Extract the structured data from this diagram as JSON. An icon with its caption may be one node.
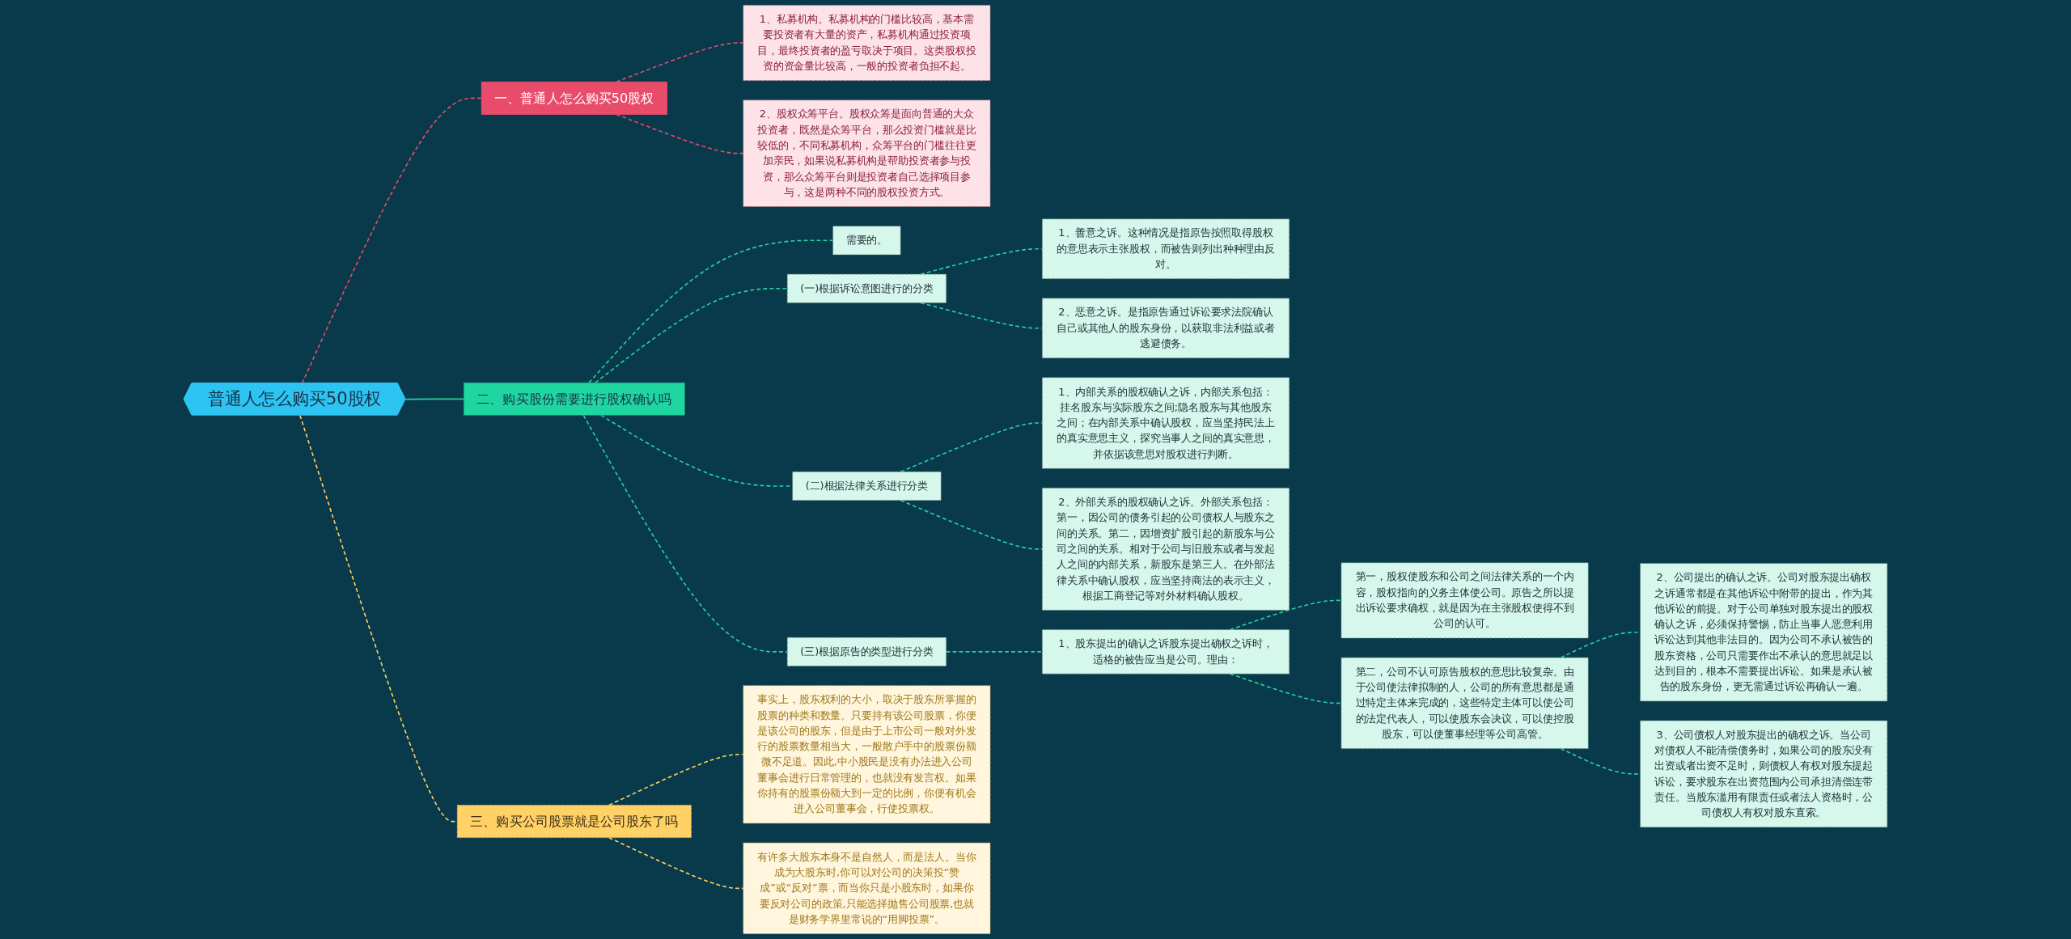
{
  "diagram": {
    "nodes": [
      {
        "text": [
          "普通人怎么购买50股权"
        ]
      },
      {
        "text": [
          "一、普通人怎么购买50股权"
        ]
      },
      {
        "text": [
          "1、私募机构。私募机构的门槛比较高，基本需要投资者有大量的资产，私募机构通过投资项目，最终投资者的盈亏取决于项目。这类股权投资的资金量比较高，一般的投资者负担不起。"
        ]
      },
      {
        "text": [
          "2、股权众筹平台。股权众筹是面向普通的大众投资者，既然是众筹平台，那么投资门槛就是比较低的，不同私募机构，众筹平台的门槛往往更加亲民，如果说私募机构是帮助投资者参与投资，那么众筹平台则是投资者自己选择项目参与，这是两种不同的股权投资方式。"
        ]
      },
      {
        "text": [
          "二、购买股份需要进行股权确认吗"
        ]
      },
      {
        "text": [
          "需要的。"
        ]
      },
      {
        "text": [
          "(一)根据诉讼意图进行的分类"
        ]
      },
      {
        "text": [
          "1、善意之诉。这种情况是指原告按照取得股权的意思表示主张股权，而被告则列出种种理由反对。"
        ]
      },
      {
        "text": [
          "2、恶意之诉。是指原告通过诉讼要求法院确认自己或其他人的股东身份，以获取非法利益或者逃避债务。"
        ]
      },
      {
        "text": [
          "(二)根据法律关系进行分类"
        ]
      },
      {
        "text": [
          "1、内部关系的股权确认之诉，内部关系包括：挂名股东与实际股东之间;隐名股东与其他股东之间；在内部关系中确认股权，应当坚持民法上的真实意思主义，探究当事人之间的真实意思，并依据该意思对股权进行判断。"
        ]
      },
      {
        "text": [
          "2、外部关系的股权确认之诉。外部关系包括：第一，因公司的债务引起的公司债权人与股东之间的关系。第二，因增资扩股引起的新股东与公司之间的关系。相对于公司与旧股东或者与发起人之间的内部关系，新股东是第三人。在外部法律关系中确认股权，应当坚持商法的表示主义，根据工商登记等对外材料确认股权。"
        ]
      },
      {
        "text": [
          "(三)根据原告的类型进行分类"
        ]
      },
      {
        "text": [
          "1、股东提出的确认之诉股东提出确权之诉时，适格的被告应当是公司。理由："
        ]
      },
      {
        "text": [
          "第一，股权使股东和公司之间法律关系的一个内容，股权指向的义务主体使公司。原告之所以提出诉讼要求确权，就是因为在主张股权使得不到公司的认可。"
        ]
      },
      {
        "text": [
          "第二，公司不认可原告股权的意思比较复杂。由于公司使法律拟制的人，公司的所有意思都是通过特定主体来完成的，这些特定主体可以使公司的法定代表人，可以使股东会决议，可以使控股股东，可以使董事经理等公司高管。"
        ]
      },
      {
        "text": [
          "2、公司提出的确认之诉。公司对股东提出确权之诉通常都是在其他诉讼中附带的提出，作为其他诉讼的前提。对于公司单独对股东提出的股权确认之诉，必须保持警惕，防止当事人恶意利用诉讼达到其他非法目的。因为公司不承认被告的股东资格，公司只需要作出不承认的意思就足以达到目的，根本不需要提出诉讼。如果是承认被告的股东身份，更无需通过诉讼再确认一遍。"
        ]
      },
      {
        "text": [
          "3、公司债权人对股东提出的确权之诉。当公司对债权人不能清偿债务时，如果公司的股东没有出资或者出资不足时，则债权人有权对股东提起诉讼，要求股东在出资范围内公司承担清偿连带责任。当股东滥用有限责任或者法人资格时，公司债权人有权对股东直索。"
        ]
      },
      {
        "text": [
          "三、购买公司股票就是公司股东了吗"
        ]
      },
      {
        "text": [
          "事实上，股东权利的大小，取决于股东所掌握的股票的种类和数量。只要持有该公司股票，你便是该公司的股东，但是由于上市公司一般对外发行的股票数量相当大，一般散户手中的股票份额微不足道。因此,中小股民是没有办法进入公司董事会进行日常管理的，也就没有发言权。如果你持有的股票份额大到一定的比例，你便有机会进入公司董事会，行使投票权。"
        ]
      },
      {
        "text": [
          "有许多大股东本身不是自然人，而是法人。当你成为大股东时,你可以对公司的决策投“赞成”或“反对”票，而当你只是小股东时，如果你要反对公司的政策,只能选择抛售公司股票,也就是财务学界里常说的“用脚投票”。"
        ]
      }
    ],
    "edges": [
      {
        "from": 0,
        "to": 1,
        "arrow": "none",
        "style": "dashed",
        "color": "#e94b6b"
      },
      {
        "from": 1,
        "to": 2,
        "arrow": "none",
        "style": "dashed",
        "color": "#e94b6b"
      },
      {
        "from": 1,
        "to": 3,
        "arrow": "none",
        "style": "dashed",
        "color": "#e94b6b"
      },
      {
        "from": 0,
        "to": 4,
        "arrow": "none"
      },
      {
        "from": 4,
        "to": 5,
        "arrow": "none",
        "style": "dashed"
      },
      {
        "from": 4,
        "to": 6,
        "arrow": "none",
        "style": "dashed"
      },
      {
        "from": 6,
        "to": 7,
        "arrow": "none",
        "style": "dashed"
      },
      {
        "from": 6,
        "to": 8,
        "arrow": "none",
        "style": "dashed"
      },
      {
        "from": 4,
        "to": 9,
        "arrow": "none",
        "style": "dashed"
      },
      {
        "from": 9,
        "to": 10,
        "arrow": "none",
        "style": "dashed"
      },
      {
        "from": 9,
        "to": 11,
        "arrow": "none",
        "style": "dashed"
      },
      {
        "from": 4,
        "to": 12,
        "arrow": "none",
        "style": "dashed"
      },
      {
        "from": 12,
        "to": 13,
        "arrow": "none",
        "style": "dashed"
      },
      {
        "from": 13,
        "to": 14,
        "arrow": "none",
        "style": "dashed"
      },
      {
        "from": 13,
        "to": 15,
        "arrow": "none",
        "style": "dashed"
      },
      {
        "from": 15,
        "to": 16,
        "arrow": "none",
        "style": "dashed"
      },
      {
        "from": 15,
        "to": 17,
        "arrow": "none",
        "style": "dashed"
      },
      {
        "from": 0,
        "to": 18,
        "arrow": "none",
        "style": "dashed",
        "color": "#ffd166"
      },
      {
        "from": 18,
        "to": 19,
        "arrow": "none",
        "style": "dashed",
        "color": "#ffd166"
      },
      {
        "from": 18,
        "to": 20,
        "arrow": "none",
        "style": "dashed",
        "color": "#ffd166"
      }
    ]
  }
}
